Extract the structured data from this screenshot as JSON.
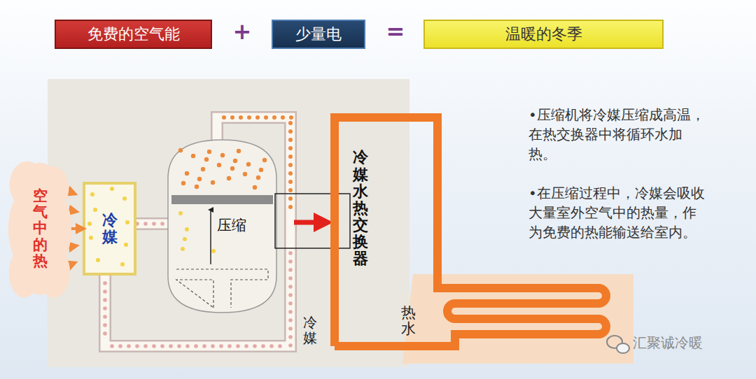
{
  "diagram": {
    "nodes": [
      {
        "text": [
          "免费的空气能"
        ]
      },
      {
        "text": [
          "少量电"
        ]
      },
      {
        "text": [
          "温暖的冬季"
        ]
      },
      {
        "text": [
          "空气中的热"
        ]
      },
      {
        "text": [
          "冷媒"
        ]
      },
      {
        "text": [
          "压缩"
        ]
      },
      {
        "text": [
          "冷媒水热交换器"
        ]
      }
    ],
    "edges": [
      {
        "from": 3,
        "to": 4,
        "arrow": "to"
      }
    ],
    "labels": [
      "+",
      "=",
      "•压缩机将冷媒压缩成高温，在热交换器中将循环水加热。",
      "•在压缩过程中，冷媒会吸收大量室外空气中的热量，作为免费的热能输送给室内。",
      "冷媒",
      "热水",
      "汇聚诚冷暖"
    ]
  }
}
